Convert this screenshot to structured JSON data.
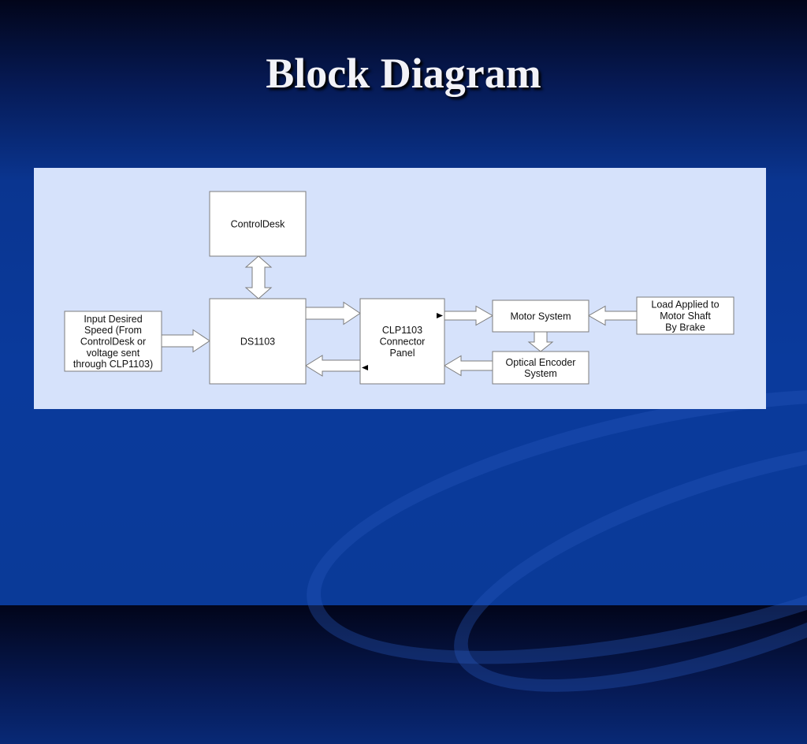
{
  "slide": {
    "title": "Block Diagram"
  },
  "diagram": {
    "blocks": {
      "controldesk": [
        "ControlDesk"
      ],
      "ds1103": [
        "DS1103"
      ],
      "input": [
        "Input Desired",
        "Speed (From",
        "ControlDesk or",
        "voltage sent",
        "through CLP1103)"
      ],
      "clp1103": [
        "CLP1103",
        "Connector",
        "Panel"
      ],
      "motor": [
        "Motor System"
      ],
      "encoder": [
        "Optical Encoder",
        "System"
      ],
      "load": [
        "Load Applied to",
        "Motor Shaft",
        "By Brake"
      ]
    },
    "connections": [
      {
        "from": "controldesk",
        "to": "ds1103",
        "bidirectional": true
      },
      {
        "from": "input",
        "to": "ds1103"
      },
      {
        "from": "ds1103",
        "to": "clp1103"
      },
      {
        "from": "clp1103",
        "to": "ds1103"
      },
      {
        "from": "clp1103",
        "to": "motor"
      },
      {
        "from": "load",
        "to": "motor"
      },
      {
        "from": "motor",
        "to": "encoder"
      },
      {
        "from": "encoder",
        "to": "clp1103"
      }
    ]
  }
}
